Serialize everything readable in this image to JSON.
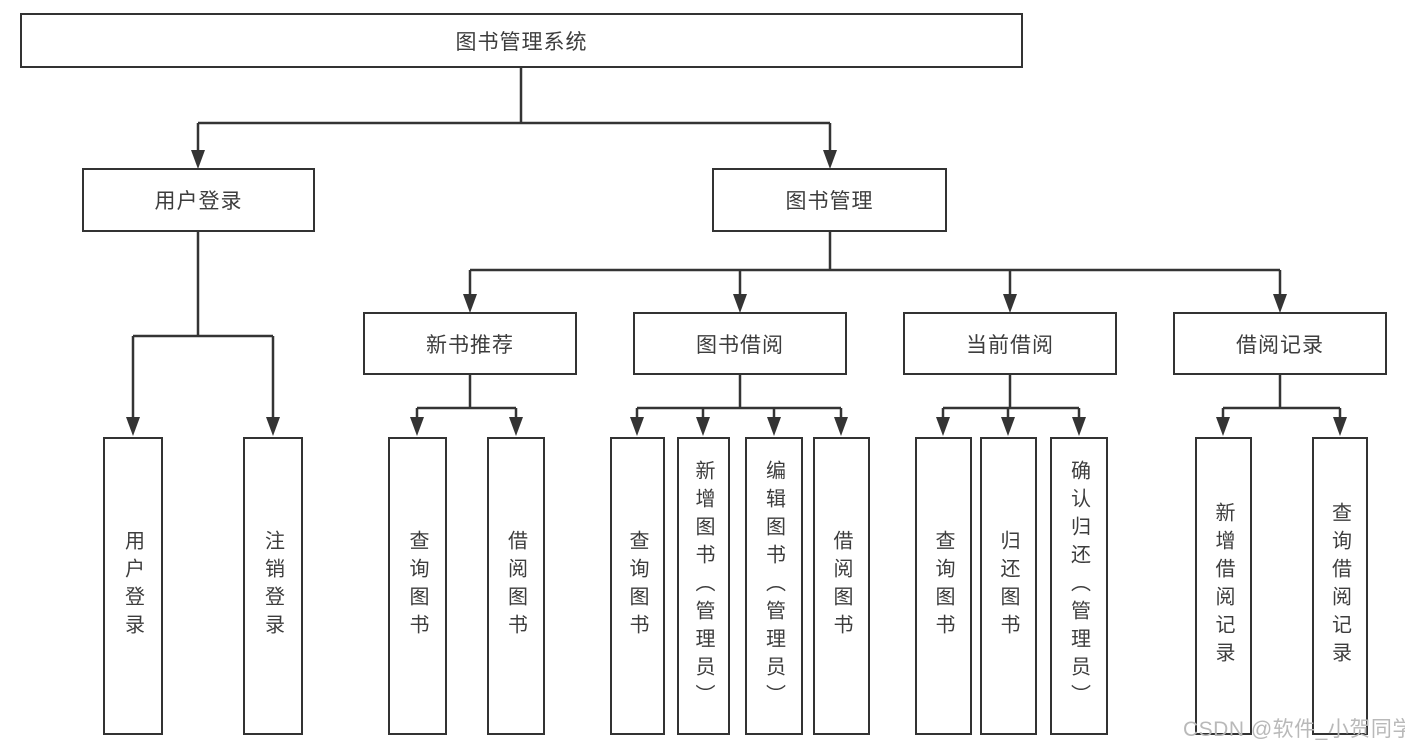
{
  "nodes": {
    "root": "图书管理系统",
    "user_login": "用户登录",
    "book_mgmt": "图书管理",
    "new_book_rec": "新书推荐",
    "book_borrow": "图书借阅",
    "current_borrow": "当前借阅",
    "borrow_records": "借阅记录",
    "ul_login": "用户登录",
    "ul_logout": "注销登录",
    "nb_query": "查询图书",
    "nb_borrow": "借阅图书",
    "bb_query": "查询图书",
    "bb_add": "新增图书（管理员）",
    "bb_edit": "编辑图书（管理员）",
    "bb_borrow": "借阅图书",
    "cb_query": "查询图书",
    "cb_return": "归还图书",
    "cb_confirm": "确认归还（管理员）",
    "br_add": "新增借阅记录",
    "br_query": "查询借阅记录"
  },
  "hierarchy": {
    "图书管理系统": {
      "用户登录": [
        "用户登录",
        "注销登录"
      ],
      "图书管理": {
        "新书推荐": [
          "查询图书",
          "借阅图书"
        ],
        "图书借阅": [
          "查询图书",
          "新增图书（管理员）",
          "编辑图书（管理员）",
          "借阅图书"
        ],
        "当前借阅": [
          "查询图书",
          "归还图书",
          "确认归还（管理员）"
        ],
        "借阅记录": [
          "新增借阅记录",
          "查询借阅记录"
        ]
      }
    }
  },
  "watermark": "CSDN @软件_小贺同学",
  "colors": {
    "line": "#343434",
    "box_border": "#333333",
    "text": "#3d3d3d",
    "watermark": "#b9b9b9",
    "background": "#ffffff"
  }
}
